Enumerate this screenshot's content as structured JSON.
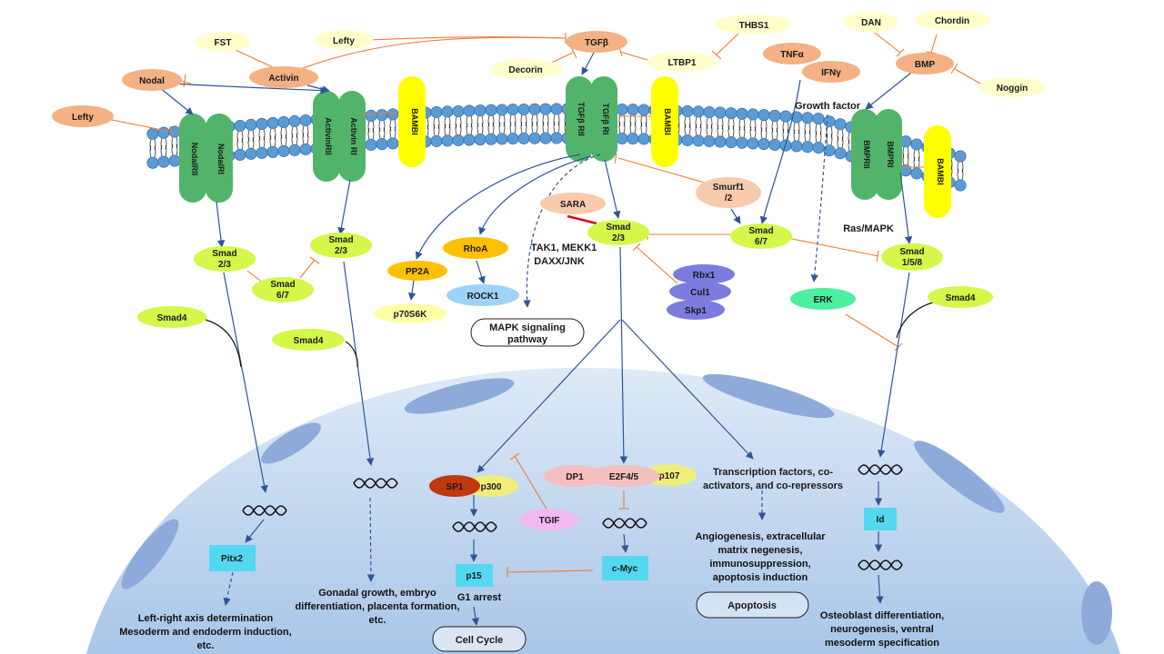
{
  "ligands": {
    "fst": "FST",
    "lefty_top": "Lefty",
    "tgfb": "TGFβ",
    "thbs1": "THBS1",
    "dan": "DAN",
    "chordin": "Chordin",
    "nodal": "Nodal",
    "activin": "Activin",
    "decorin": "Decorin",
    "ltbp1": "LTBP1",
    "tnfa": "TNFα",
    "ifng": "IFNγ",
    "bmp": "BMP",
    "noggin": "Noggin",
    "lefty_left": "Lefty"
  },
  "receptors": {
    "nodal_rii": "NodalRII",
    "nodal_ri": "NodalRI",
    "activin_rii": "ActivinRII",
    "activin_ri": "Activin RI",
    "tgfb_rii": "TGFβ RII",
    "tgfb_ri": "TGFβ RI",
    "bmpr_ii": "BMPRII",
    "bmpr_i": "BMPRI",
    "bambi_1": "BAMBI",
    "bambi_2": "BAMBI",
    "bambi_3": "BAMBI"
  },
  "labels": {
    "growth_factor": "Growth factor",
    "smurf_l1": "Smurf1",
    "smurf_l2": "/2",
    "sara": "SARA",
    "smad23_a_l1": "Smad",
    "smad23_a_l2": "2/3",
    "smad23_b_l1": "Smad",
    "smad23_b_l2": "2/3",
    "smad23_c_l1": "Smad",
    "smad23_c_l2": "2/3",
    "smad67_a_l1": "Smad",
    "smad67_a_l2": "6/7",
    "smad67_b_l1": "Smad",
    "smad67_b_l2": "6/7",
    "smad158_l1": "Smad",
    "smad158_l2": "1/5/8",
    "smad4_a": "Smad4",
    "smad4_b": "Smad4",
    "smad4_c": "Smad4",
    "ras_mapk": "Ras/MAPK",
    "tak1_l1": "TAK1, MEKK1",
    "tak1_l2": "DAXX/JNK",
    "pp2a": "PP2A",
    "p70s6k": "p70S6K",
    "rhoa": "RhoA",
    "rock1": "ROCK1",
    "mapk_l1": "MAPK signaling",
    "mapk_l2": "pathway",
    "rbx1": "Rbx1",
    "cul1": "Cul1",
    "skp1": "Skp1",
    "erk": "ERK",
    "sp1": "SP1",
    "p300": "p300",
    "tgif": "TGIF",
    "dp1": "DP1",
    "e2f45": "E2F4/5",
    "p107": "p107",
    "tf_l1": "Transcription factors, co-",
    "tf_l2": "activators, and co-repressors",
    "pitx2": "Pitx2",
    "p15": "p15",
    "cmyc": "c-Myc",
    "id": "Id",
    "g1arrest": "G1 arrest",
    "cellcycle": "Cell Cycle",
    "apoptosis": "Apoptosis"
  },
  "outcomes": {
    "lr_l1": "Left-right axis determination",
    "lr_l2": "Mesoderm and endoderm induction,",
    "lr_l3": "etc.",
    "gon_l1": "Gonadal growth, embryo",
    "gon_l2": "differentiation, placenta formation,",
    "gon_l3": "etc.",
    "ang_l1": "Angiogenesis, extracellular",
    "ang_l2": "matrix negenesis,",
    "ang_l3": "immunosuppression,",
    "ang_l4": "apoptosis induction",
    "ost_l1": "Osteoblast differentiation,",
    "ost_l2": "neurogenesis, ventral",
    "ost_l3": "mesoderm specification"
  },
  "colors": {
    "membrane_head": "#5b9bd5",
    "receptor": "#52b46a",
    "bambi": "#ffff00",
    "smad": "#d4f74a",
    "light_ligand": "#ffffcc",
    "orange_ligand": "#f4b183",
    "nucleus": "#c9ddf2",
    "pp2a": "#ffc000",
    "rock1": "#9dd3f7",
    "ubiquitin": "#7b7be0",
    "erk": "#4cf0a0",
    "gene_box": "#54d8f0",
    "sp1": "#c0380e",
    "tgif": "#f2b8f2",
    "e2f": "#f4bfbf"
  }
}
